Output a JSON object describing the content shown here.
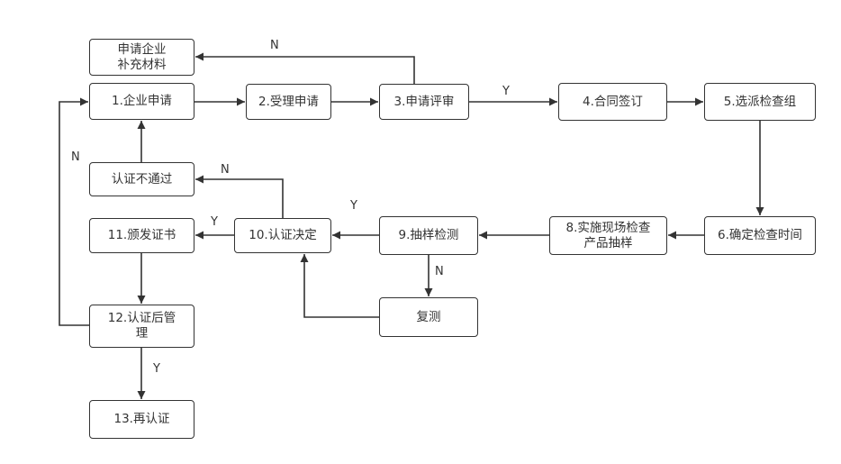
{
  "diagram": {
    "type": "flowchart",
    "nodes": [
      {
        "id": "supplement",
        "label": "申请企业\n补充材料"
      },
      {
        "id": "n1",
        "label": "1.企业申请"
      },
      {
        "id": "n2",
        "label": "2.受理申请"
      },
      {
        "id": "n3",
        "label": "3.申请评审"
      },
      {
        "id": "n4",
        "label": "4.合同签订"
      },
      {
        "id": "n5",
        "label": "5.选派检查组"
      },
      {
        "id": "fail",
        "label": "认证不通过"
      },
      {
        "id": "n11",
        "label": "11.颁发证书"
      },
      {
        "id": "n10",
        "label": "10.认证决定"
      },
      {
        "id": "n9",
        "label": "9.抽样检测"
      },
      {
        "id": "n8",
        "label": "8.实施现场检查\n产品抽样"
      },
      {
        "id": "n6",
        "label": "6.确定检查时间"
      },
      {
        "id": "retest",
        "label": "复测"
      },
      {
        "id": "n12",
        "label": "12.认证后管\n理"
      },
      {
        "id": "n13",
        "label": "13.再认证"
      }
    ],
    "edges": [
      {
        "from": "n1",
        "to": "n2",
        "label": ""
      },
      {
        "from": "n2",
        "to": "n3",
        "label": ""
      },
      {
        "from": "n3",
        "to": "supplement",
        "label": "N"
      },
      {
        "from": "n3",
        "to": "n4",
        "label": "Y"
      },
      {
        "from": "n4",
        "to": "n5",
        "label": ""
      },
      {
        "from": "n5",
        "to": "n6",
        "label": ""
      },
      {
        "from": "n6",
        "to": "n8",
        "label": ""
      },
      {
        "from": "n8",
        "to": "n9",
        "label": ""
      },
      {
        "from": "n9",
        "to": "n10",
        "label": "Y"
      },
      {
        "from": "n9",
        "to": "retest",
        "label": "N"
      },
      {
        "from": "retest",
        "to": "n10",
        "label": ""
      },
      {
        "from": "n10",
        "to": "fail",
        "label": "N"
      },
      {
        "from": "n10",
        "to": "n11",
        "label": "Y"
      },
      {
        "from": "fail",
        "to": "n1",
        "label": ""
      },
      {
        "from": "n11",
        "to": "n12",
        "label": ""
      },
      {
        "from": "n12",
        "to": "n1",
        "label": "N"
      },
      {
        "from": "n12",
        "to": "n13",
        "label": "Y"
      }
    ]
  },
  "colors": {
    "stroke": "#333333",
    "background": "#ffffff",
    "text": "#333333"
  }
}
